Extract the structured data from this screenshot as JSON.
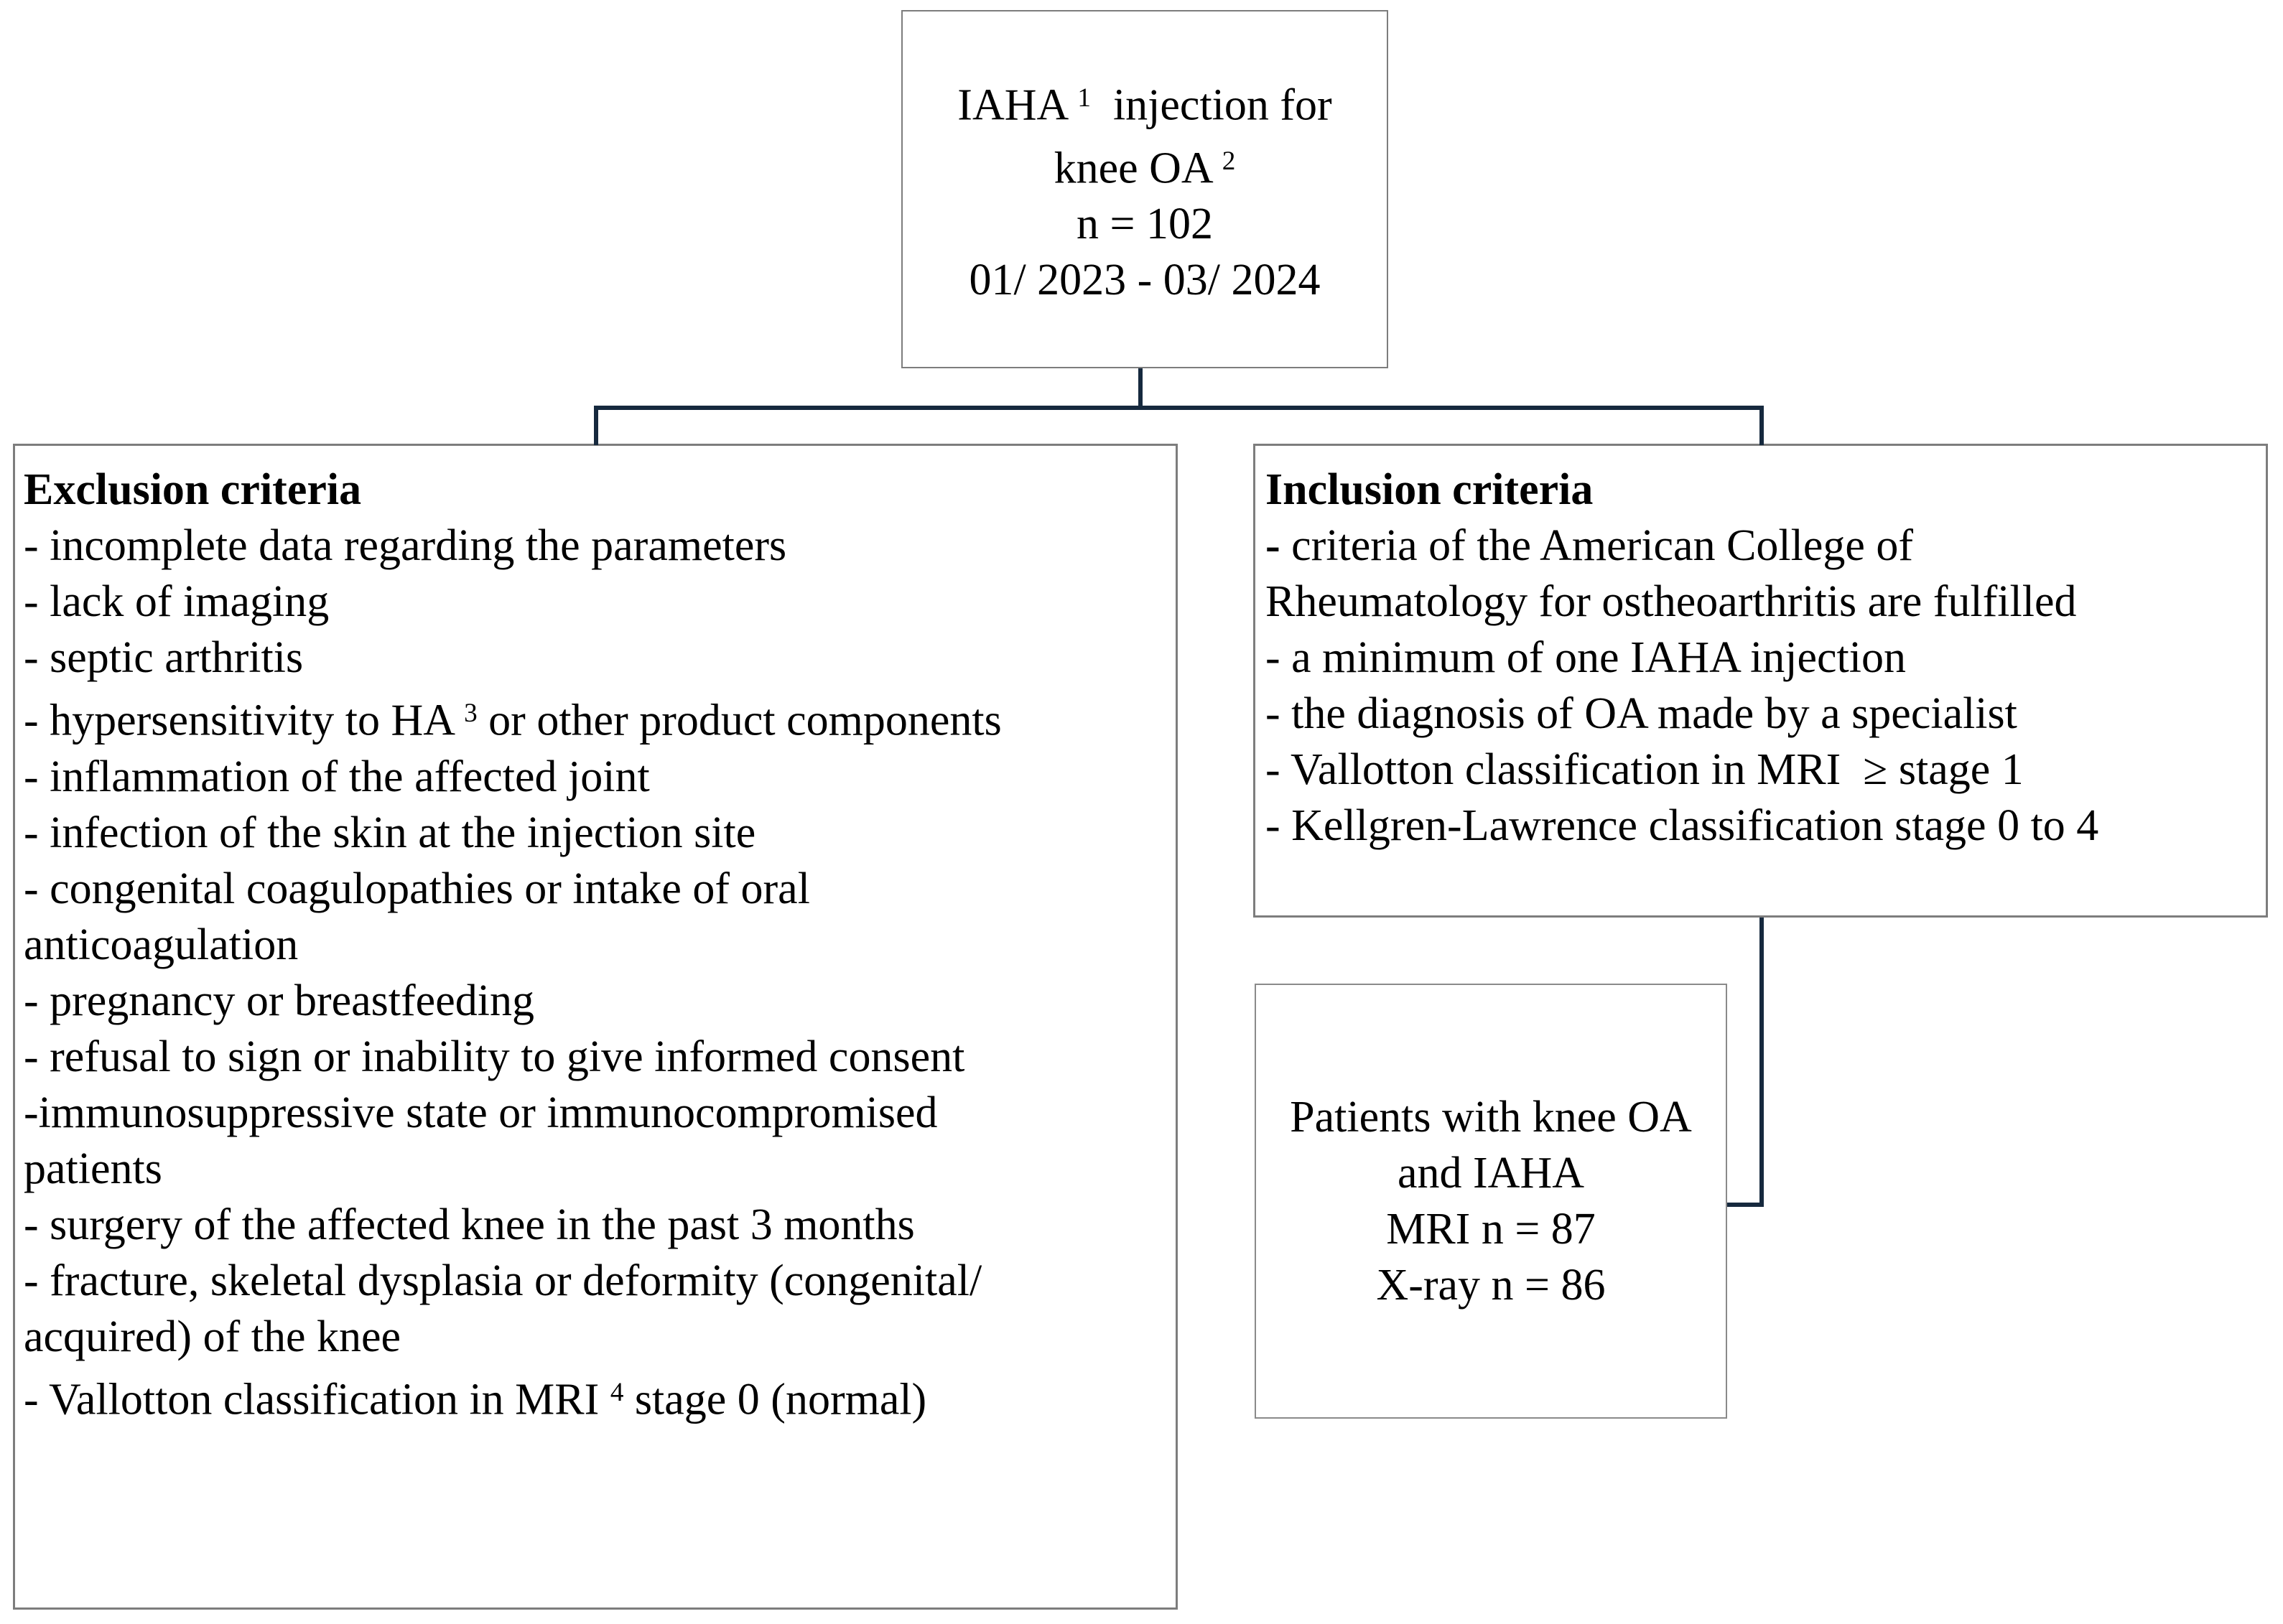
{
  "colors": {
    "connector": "#16293e",
    "box_border": "#7d7d7d",
    "text": "#000000",
    "background": "#ffffff"
  },
  "top_box": {
    "lines": [
      [
        {
          "t": "IAHA "
        },
        {
          "t": "1",
          "sup": true
        },
        {
          "t": "  injection for"
        }
      ],
      [
        {
          "t": "knee OA "
        },
        {
          "t": "2",
          "sup": true
        }
      ],
      [
        {
          "t": "n = 102"
        }
      ],
      [
        {
          "t": "01/ 2023 - 03/ 2024"
        }
      ]
    ]
  },
  "exclusion_box": {
    "lines": [
      [
        {
          "t": "Exclusion criteria",
          "b": true
        }
      ],
      [
        {
          "t": "- incomplete data regarding the parameters"
        }
      ],
      [
        {
          "t": "- lack of imaging"
        }
      ],
      [
        {
          "t": "- septic arthritis"
        }
      ],
      [
        {
          "t": "- hypersensitivity to HA "
        },
        {
          "t": "3",
          "sup": true
        },
        {
          "t": " or other product components"
        }
      ],
      [
        {
          "t": "- inflammation of the affected joint"
        }
      ],
      [
        {
          "t": "- infection of the skin at the injection site"
        }
      ],
      [
        {
          "t": "- congenital coagulopathies or intake of oral"
        }
      ],
      [
        {
          "t": "anticoagulation"
        }
      ],
      [
        {
          "t": "- pregnancy or breastfeeding"
        }
      ],
      [
        {
          "t": "- refusal to sign or inability to give informed consent"
        }
      ],
      [
        {
          "t": "-immunosuppressive state or immunocompromised"
        }
      ],
      [
        {
          "t": "patients"
        }
      ],
      [
        {
          "t": "- surgery of the affected knee in the past 3 months"
        }
      ],
      [
        {
          "t": "- fracture, skeletal dysplasia or deformity (congenital/"
        }
      ],
      [
        {
          "t": "acquired) of the knee"
        }
      ],
      [
        {
          "t": "- Vallotton classification in MRI "
        },
        {
          "t": "4",
          "sup": true
        },
        {
          "t": " stage 0 (normal)"
        }
      ]
    ]
  },
  "inclusion_box": {
    "lines": [
      [
        {
          "t": "Inclusion criteria",
          "b": true
        }
      ],
      [
        {
          "t": "- ",
          "b": true
        },
        {
          "t": "criteria of the American College of"
        }
      ],
      [
        {
          "t": "Rheumatology for ostheoarthritis are fulfilled"
        }
      ],
      [
        {
          "t": "- a minimum of one IAHA injection"
        }
      ],
      [
        {
          "t": "- the diagnosis of OA made by a specialist"
        }
      ],
      [
        {
          "t": "- Vallotton classification in MRI  ≥ stage 1"
        }
      ],
      [
        {
          "t": "- Kellgren-Lawrence classification stage 0 to 4"
        }
      ]
    ]
  },
  "patients_box": {
    "lines": [
      [
        {
          "t": "Patients with knee OA"
        }
      ],
      [
        {
          "t": "and IAHA"
        }
      ],
      [
        {
          "t": "MRI n = 87"
        }
      ],
      [
        {
          "t": "X-ray n = 86"
        }
      ]
    ]
  }
}
